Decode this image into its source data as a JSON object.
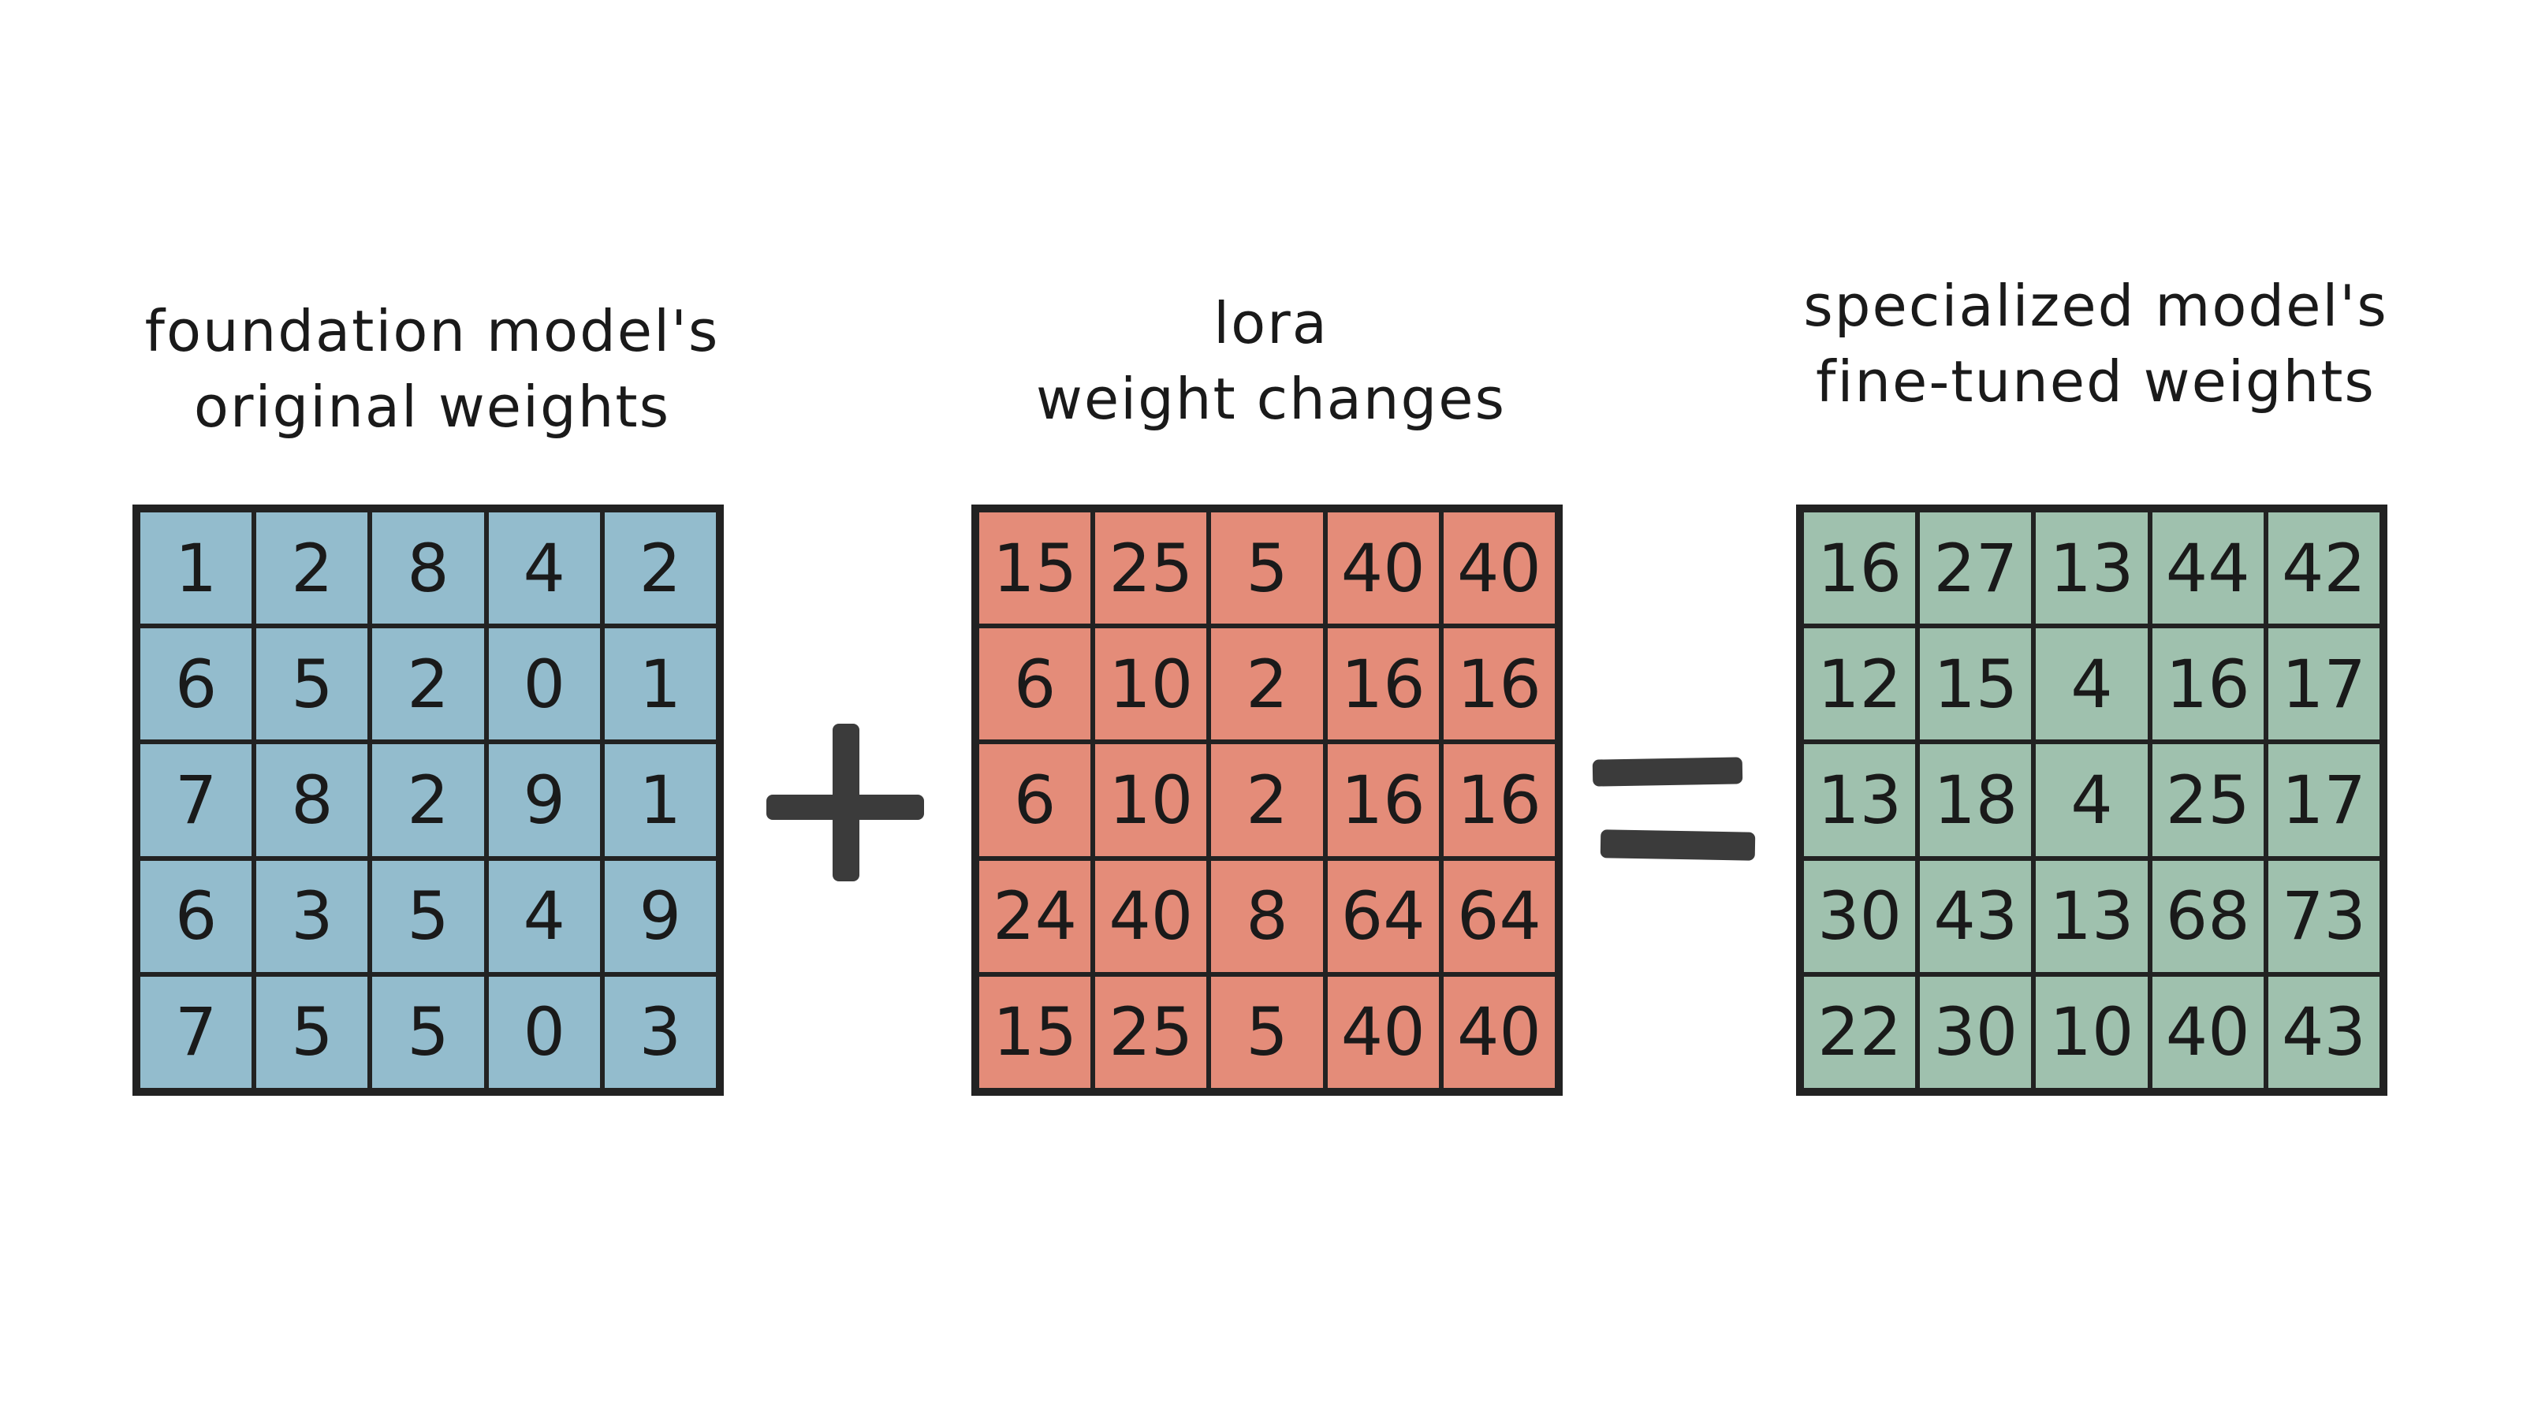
{
  "matrices": [
    {
      "title_line1": "foundation model's",
      "title_line2": "original weights",
      "color": "#93bccd",
      "rows": [
        [
          "1",
          "2",
          "8",
          "4",
          "2"
        ],
        [
          "6",
          "5",
          "2",
          "0",
          "1"
        ],
        [
          "7",
          "8",
          "2",
          "9",
          "1"
        ],
        [
          "6",
          "3",
          "5",
          "4",
          "9"
        ],
        [
          "7",
          "5",
          "5",
          "0",
          "3"
        ]
      ]
    },
    {
      "title_line1": "lora",
      "title_line2": "weight changes",
      "color": "#e48c79",
      "rows": [
        [
          "15",
          "25",
          "5",
          "40",
          "40"
        ],
        [
          "6",
          "10",
          "2",
          "16",
          "16"
        ],
        [
          "6",
          "10",
          "2",
          "16",
          "16"
        ],
        [
          "24",
          "40",
          "8",
          "64",
          "64"
        ],
        [
          "15",
          "25",
          "5",
          "40",
          "40"
        ]
      ]
    },
    {
      "title_line1": "specialized model's",
      "title_line2": "fine-tuned weights",
      "color": "#9fc1ae",
      "rows": [
        [
          "16",
          "27",
          "13",
          "44",
          "42"
        ],
        [
          "12",
          "15",
          "4",
          "16",
          "17"
        ],
        [
          "13",
          "18",
          "4",
          "25",
          "17"
        ],
        [
          "30",
          "43",
          "13",
          "68",
          "73"
        ],
        [
          "22",
          "30",
          "10",
          "40",
          "43"
        ]
      ]
    }
  ],
  "operators": {
    "plus": "plus-sign",
    "equals": "equals-sign"
  }
}
